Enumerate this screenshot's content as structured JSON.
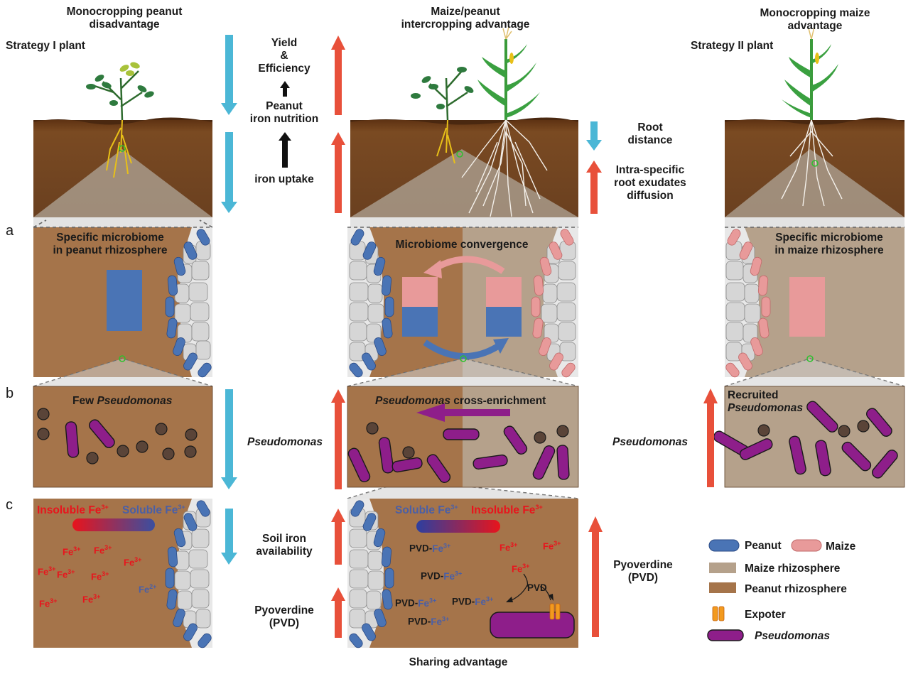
{
  "columns": {
    "left": {
      "title_line1": "Monocropping peanut",
      "title_line2": "disadvantage",
      "plant_label": "Strategy I plant"
    },
    "middle": {
      "title_line1": "Maize/peanut",
      "title_line2": "intercropping advantage"
    },
    "right": {
      "title_line1": "Monocropping maize",
      "title_line2": "advantage",
      "plant_label": "Strategy II plant"
    }
  },
  "center_column": {
    "yield_l1": "Yield",
    "yield_l2": "&",
    "yield_l3": "Efficiency",
    "nutrition_l1": "Peanut",
    "nutrition_l2": "iron nutrition",
    "iron_uptake": "iron uptake",
    "pseudomonas": "Pseudomonas",
    "soil_l1": "Soil iron",
    "soil_l2": "availability",
    "pvd_l1": "Pyoverdine",
    "pvd_l2": "(PVD)"
  },
  "right_side_labels": {
    "root_l1": "Root",
    "root_l2": "distance",
    "exudate_l1": "Intra-specific",
    "exudate_l2": "root exudates",
    "exudate_l3": "diffusion",
    "pseudomonas": "Pseudomonas",
    "pvd_l1": "Pyoverdine",
    "pvd_l2": "(PVD)"
  },
  "row_letters": {
    "a": "a",
    "b": "b",
    "c": "c"
  },
  "panel_a": {
    "left_l1": "Specific microbiome",
    "left_l2": "in peanut rhizosphere",
    "middle": "Microbiome convergence",
    "right_l1": "Specific microbiome",
    "right_l2": "in maize rhizosphere"
  },
  "panel_b": {
    "left_prefix": "Few ",
    "left_genus": "Pseudomonas",
    "middle_genus": "Pseudomonas",
    "middle_suffix": " cross-enrichment",
    "right_l1": "Recruited",
    "right_genus": "Pseudomonas"
  },
  "panel_c": {
    "left_insoluble": "Insoluble Fe",
    "left_soluble": "Soluble Fe",
    "mid_soluble": "Soluble Fe",
    "mid_insoluble": "Insoluble Fe",
    "ion_base": "Fe",
    "sup3": "3+",
    "sup2": "2+",
    "pvd_prefix": "PVD-",
    "pvd_alone": "PVD"
  },
  "legend": {
    "peanut": "Peanut",
    "maize": "Maize",
    "maize_rhizo": "Maize rhizosphere",
    "peanut_rhizo": "Peanut rhizosphere",
    "expoter": "Expoter",
    "pseudomonas": "Pseudomonas"
  },
  "footer": "Sharing  advantage",
  "colors": {
    "up_arrow": "#e8503a",
    "down_arrow": "#4bb7d6",
    "peanut_rhizo": "#a5744a",
    "maize_rhizo": "#b5a18b",
    "peanut_root_cell": "#4a74b5",
    "maize_root_cell": "#e89a9a",
    "pseudomonas": "#8e1e8a",
    "soil": "#7a4a22"
  }
}
